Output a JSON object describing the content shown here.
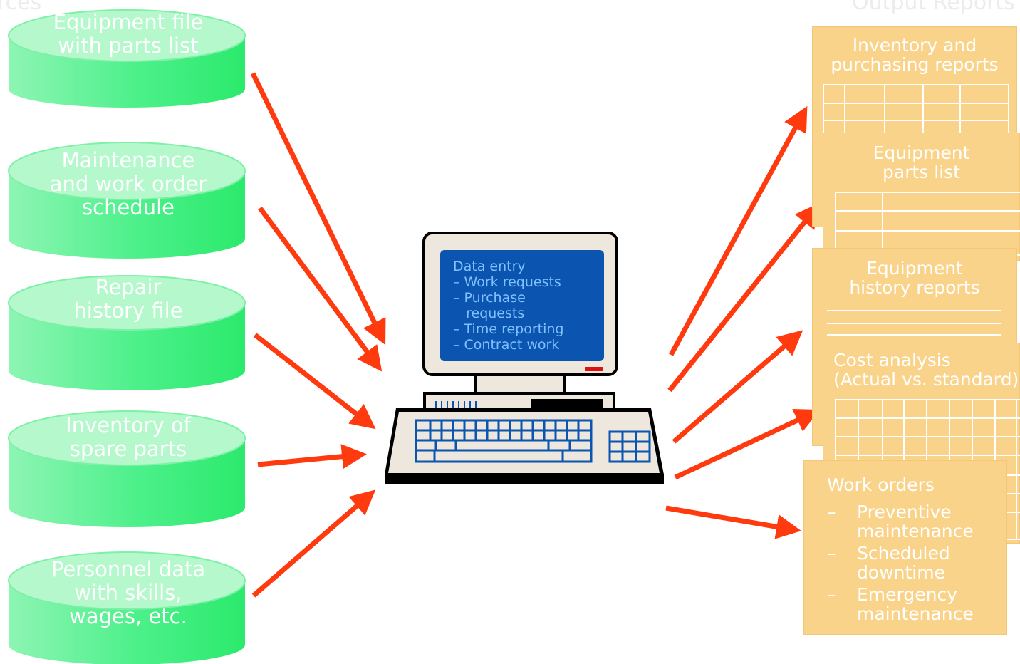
{
  "header": {
    "left": "rces",
    "right": "Output Reports"
  },
  "databases": [
    {
      "label": "Equipment file\nwith parts list"
    },
    {
      "label": "Maintenance\nand work order\nschedule"
    },
    {
      "label": "Repair\nhistory file"
    },
    {
      "label": "Inventory of\nspare parts"
    },
    {
      "label": "Personnel data\nwith skills,\nwages, etc."
    }
  ],
  "computer": {
    "screen_title": "Data entry",
    "screen_items": [
      "– Work requests",
      "– Purchase",
      "   requests",
      "– Time reporting",
      "– Contract work"
    ]
  },
  "reports": [
    {
      "title": "Inventory and\npurchasing reports"
    },
    {
      "title": "Equipment\nparts list"
    },
    {
      "title": "Equipment\nhistory reports"
    },
    {
      "title": "Cost analysis\n(Actual vs. standard)"
    }
  ],
  "work_orders": {
    "title": "Work orders",
    "items": [
      "Preventive maintenance",
      "Scheduled downtime",
      "Emergency maintenance"
    ]
  },
  "colors": {
    "cylinder_body": "#34f07a",
    "cylinder_top": "#a6f7c3",
    "report_fill": "#fad38b",
    "arrow": "#ff3a0f",
    "screen": "#0b55b0"
  }
}
